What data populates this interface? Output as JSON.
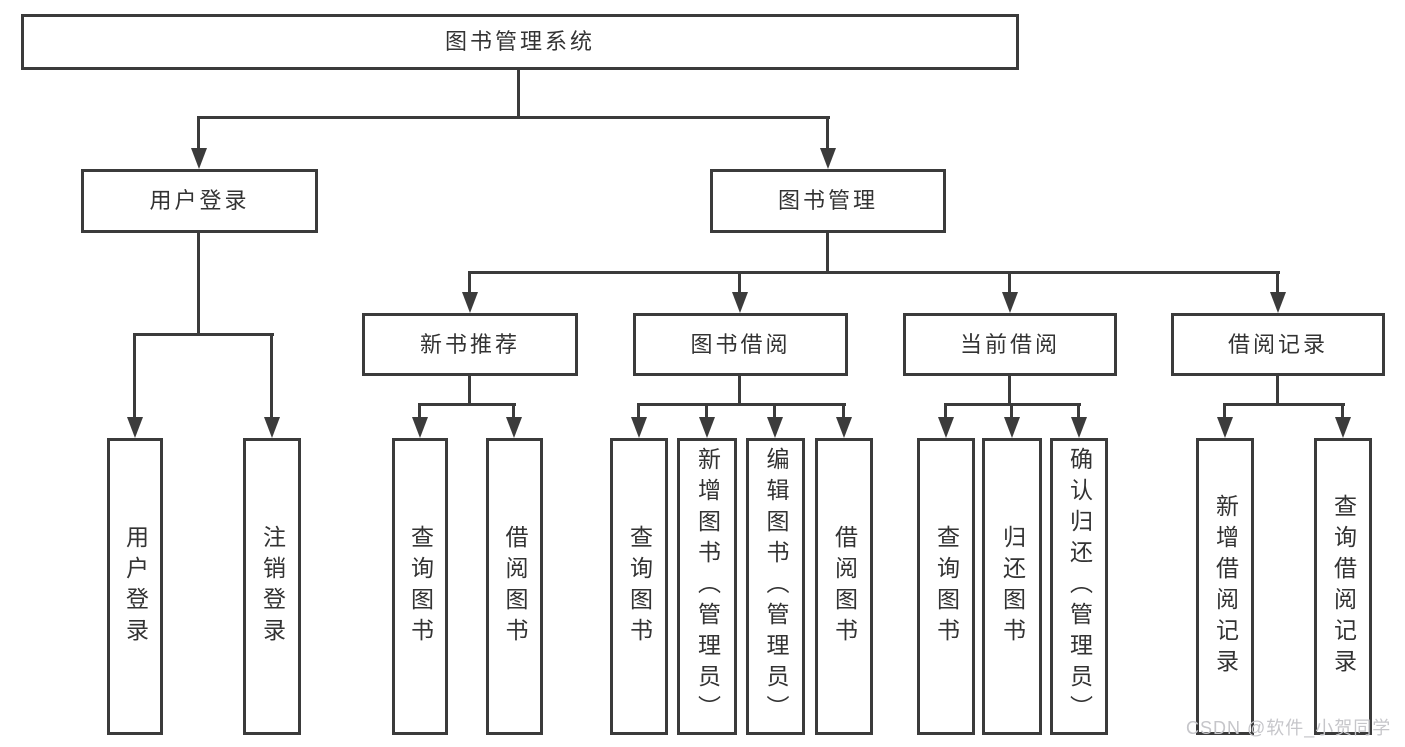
{
  "diagram": {
    "title": "图书管理系统",
    "level2": {
      "login": "用户登录",
      "manage": "图书管理"
    },
    "level3": {
      "newbook": "新书推荐",
      "borrow": "图书借阅",
      "current": "当前借阅",
      "records": "借阅记录"
    },
    "leaves": {
      "login": [
        "用户登录",
        "注销登录"
      ],
      "newbook": [
        "查询图书",
        "借阅图书"
      ],
      "borrow": [
        "查询图书",
        "新增图书（管理员）",
        "编辑图书（管理员）",
        "借阅图书"
      ],
      "current": [
        "查询图书",
        "归还图书",
        "确认归还（管理员）"
      ],
      "records": [
        "新增借阅记录",
        "查询借阅记录"
      ]
    },
    "watermark": "CSDN @软件_小贺同学",
    "colors": {
      "line": "#3b3b3b",
      "text": "#333333",
      "watermark": "#c6c6ca",
      "background": "#ffffff"
    }
  }
}
